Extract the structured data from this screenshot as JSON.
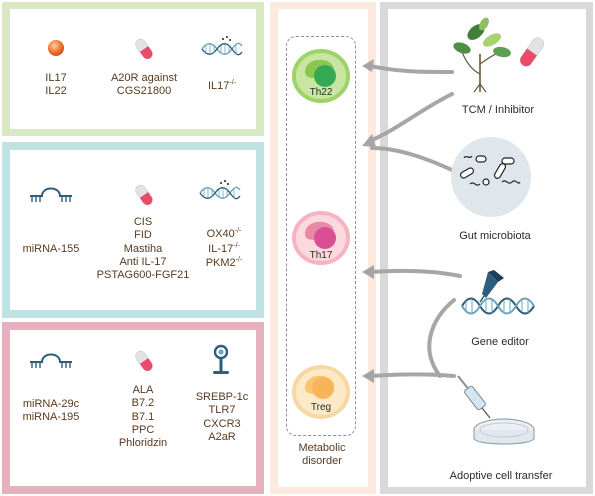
{
  "left_panels": [
    {
      "color": "#d9e9c4",
      "items": [
        {
          "icon": "orange-sphere-icon",
          "lines": [
            "IL17",
            "IL22"
          ]
        },
        {
          "icon": "capsule-icon",
          "lines": [
            "A20R against",
            "CGS21800"
          ]
        },
        {
          "icon": "dna-helix-icon",
          "text": "IL17",
          "sup": "-/-"
        }
      ]
    },
    {
      "color": "#bfe3e2",
      "items": [
        {
          "icon": "rna-hairpin-icon",
          "lines": [
            "miRNA-155"
          ]
        },
        {
          "icon": "capsule-icon",
          "lines": [
            "CIS",
            "FID",
            "Mastiha",
            "Anti IL-17",
            "PSTAG600-FGF21"
          ]
        },
        {
          "icon": "dna-helix-icon",
          "knockouts": [
            {
              "text": "OX40",
              "sup": "-/-"
            },
            {
              "text": "IL-17",
              "sup": "-/-"
            },
            {
              "text": "PKM2",
              "sup": "-/-"
            }
          ]
        }
      ]
    },
    {
      "color": "#e6b0be",
      "items": [
        {
          "icon": "rna-hairpin-icon",
          "lines": [
            "miRNA-29c",
            "miRNA-195"
          ]
        },
        {
          "icon": "capsule-icon",
          "lines": [
            "ALA",
            "B7.2",
            "B7.1",
            "PPC",
            "Phloridzin"
          ]
        },
        {
          "icon": "receptor-icon",
          "lines": [
            "SREBP-1c",
            "TLR7",
            "CXCR3",
            "A2aR"
          ]
        }
      ]
    }
  ],
  "middle": {
    "cells": [
      {
        "label": "Th22",
        "ring": "#9ed36a",
        "body": "#c8e6a2",
        "blob": "#8cc651",
        "nucleus": "#34a853"
      },
      {
        "label": "Th17",
        "ring": "#f4b4c0",
        "body": "#fbd9de",
        "blob": "#e88aa6",
        "nucleus": "#d94f96"
      },
      {
        "label": "Treg",
        "ring": "#f6d7a6",
        "body": "#fce9c8",
        "blob": "#f5c66f",
        "nucleus": "#f8b45a"
      }
    ],
    "caption_lines": [
      "Metabolic",
      "disorder"
    ],
    "background": "#fde9dd"
  },
  "right": {
    "background": "#d9d9d9",
    "items": [
      {
        "label": "TCM  /  Inhibitor",
        "icon": "plant-and-capsule-icon"
      },
      {
        "label": "Gut microbiota",
        "icon": "bacteria-dish-icon"
      },
      {
        "label": "Gene editor",
        "icon": "gene-editor-icon"
      },
      {
        "label": "Adoptive cell transfer",
        "icon": "petri-dish-syringe-icon"
      }
    ]
  }
}
